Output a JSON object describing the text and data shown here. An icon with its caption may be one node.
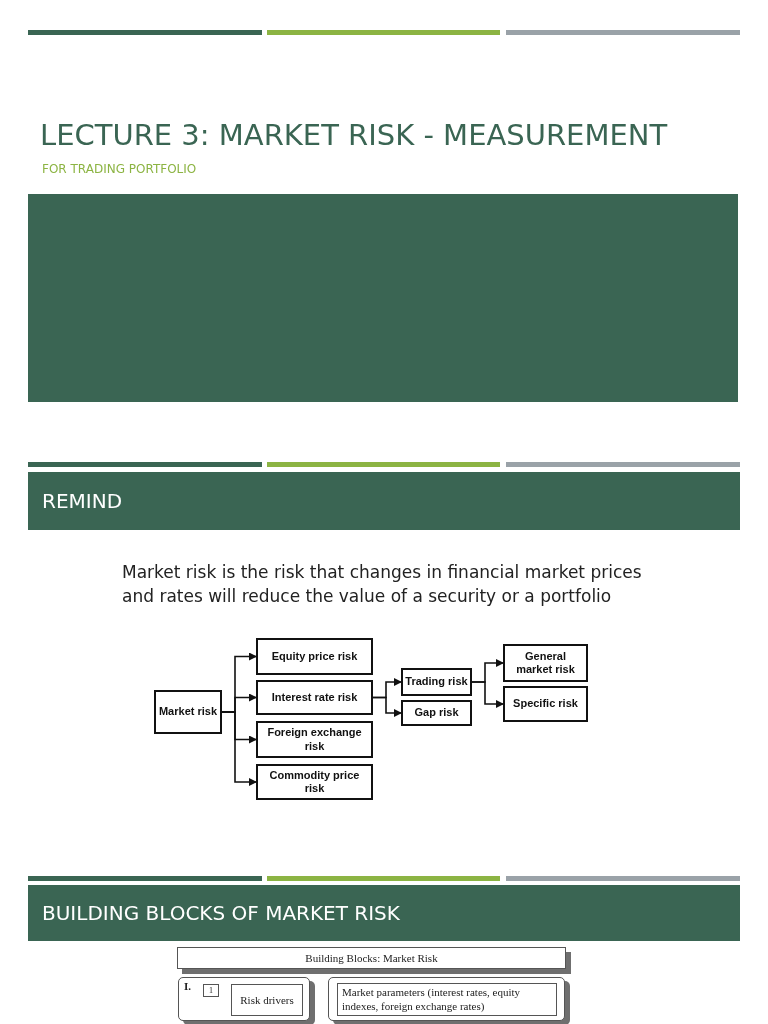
{
  "diagram": {
    "title": "LECTURE 3: MARKET RISK - MEASUREMENT",
    "nodes": [
      {
        "text": [
          "Market risk"
        ]
      },
      {
        "text": [
          "Equity price risk"
        ]
      },
      {
        "text": [
          "Interest rate risk"
        ]
      },
      {
        "text": [
          "Foreign exchange risk"
        ]
      },
      {
        "text": [
          "Commodity price risk"
        ]
      },
      {
        "text": [
          "Trading risk"
        ]
      },
      {
        "text": [
          "Gap risk"
        ]
      },
      {
        "text": [
          "General market risk"
        ]
      },
      {
        "text": [
          "Specific risk"
        ]
      },
      {
        "text": [
          "Building Blocks: Market Risk"
        ]
      },
      {
        "text": [
          "I."
        ]
      },
      {
        "text": [
          "1"
        ],
        "in": 10
      },
      {
        "text": [
          "Risk drivers"
        ],
        "in": 10
      },
      {
        "text": [],
        "shape": "box"
      },
      {
        "text": [
          "Market parameters (interest rates, equity indexes, foreign exchange rates)"
        ],
        "in": 13
      }
    ],
    "edges": [
      {
        "from": 0,
        "to": 1,
        "arrow": "to"
      },
      {
        "from": 0,
        "to": 2,
        "arrow": "to"
      },
      {
        "from": 0,
        "to": 3,
        "arrow": "to"
      },
      {
        "from": 0,
        "to": 4,
        "arrow": "to"
      },
      {
        "from": 2,
        "to": 5,
        "arrow": "to"
      },
      {
        "from": 2,
        "to": 6,
        "arrow": "to"
      },
      {
        "from": 5,
        "to": 7,
        "arrow": "to"
      },
      {
        "from": 5,
        "to": 8,
        "arrow": "to"
      }
    ],
    "labels": [
      "FOR TRADING PORTFOLIO",
      "REMIND",
      "Market risk is the risk that changes in financial market prices and rates will reduce the value of a security or a portfolio",
      "BUILDING BLOCKS OF MARKET RISK"
    ]
  }
}
